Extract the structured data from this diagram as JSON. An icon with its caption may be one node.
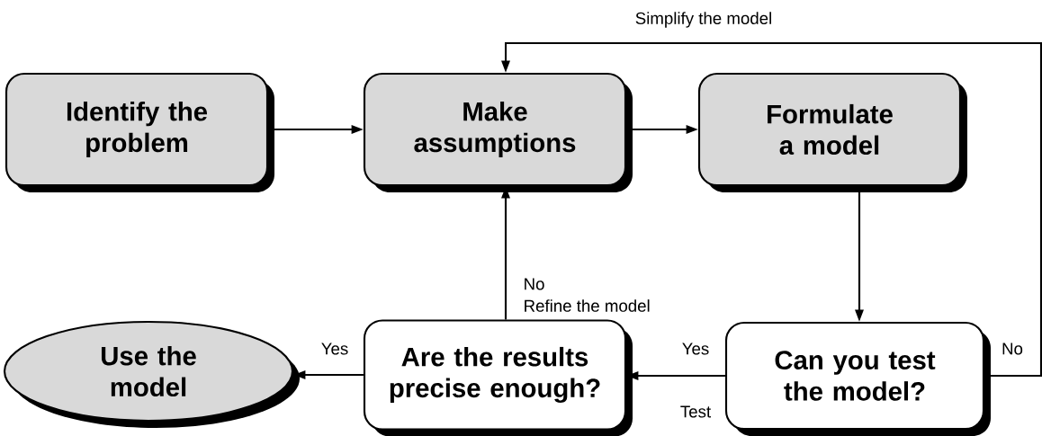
{
  "diagram": {
    "nodes": [
      {
        "text": [
          "Identify the problem"
        ]
      },
      {
        "text": [
          "Make assumptions"
        ]
      },
      {
        "text": [
          "Formulate a model"
        ]
      },
      {
        "text": [
          "Use the model"
        ]
      },
      {
        "text": [
          "Are the results precise enough?"
        ]
      },
      {
        "text": [
          "Can you test the model?"
        ]
      }
    ],
    "edges": [
      {
        "from": 0,
        "to": 1,
        "arrow": "to"
      },
      {
        "from": 1,
        "to": 2,
        "arrow": "to"
      },
      {
        "from": 2,
        "to": 5,
        "arrow": "to"
      },
      {
        "from": 5,
        "to": 4,
        "arrow": "to",
        "label": "Yes"
      },
      {
        "from": 4,
        "to": 3,
        "arrow": "to",
        "label": "Yes"
      },
      {
        "from": 4,
        "to": 1,
        "arrow": "to",
        "label": "No"
      },
      {
        "from": 5,
        "to": 1,
        "arrow": "to",
        "label": "No"
      }
    ],
    "labels": [
      "Simplify the model",
      "Refine the model",
      "Test"
    ]
  }
}
